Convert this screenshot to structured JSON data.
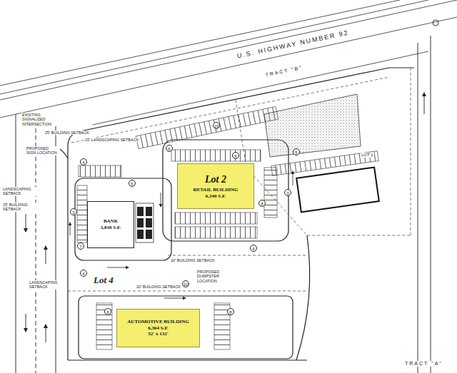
{
  "diagram": {
    "nodes": [
      {
        "text": [
          "BANK",
          "3,830 S.F."
        ]
      },
      {
        "text": [
          "Lot 2",
          "RETAIL BUILDING",
          "6,340 S.F."
        ]
      },
      {
        "text": [
          "AUTOMOTIVE BUILDING",
          "6,364 S.F.",
          "52' x 132'"
        ]
      }
    ],
    "labels": [
      "U.S. HIGHWAY NUMBER 92",
      "TRACT \"B\"",
      "EXISTING SIGNALIZED INTERSECTION",
      "25' BUILDING SETBACK",
      "PROPOSED SIGN LOCATION",
      "15' LANDSCAPING SETBACK",
      "LANDSCAPING SETBACK",
      "25' BUILDING SETBACK",
      "LOT 1",
      "10' BUILDING SETBACK",
      "PROPOSED DUMPSTER LOCATION",
      "Lot 4",
      "20' BUILDING SETBACK",
      "LANDSCAPING SETBACK",
      "TRACT \"A\"",
      "10",
      "9",
      "6",
      "4",
      "5",
      "3",
      "7",
      "8",
      "10",
      "4",
      "8",
      "8",
      "4",
      "3",
      "5"
    ]
  }
}
